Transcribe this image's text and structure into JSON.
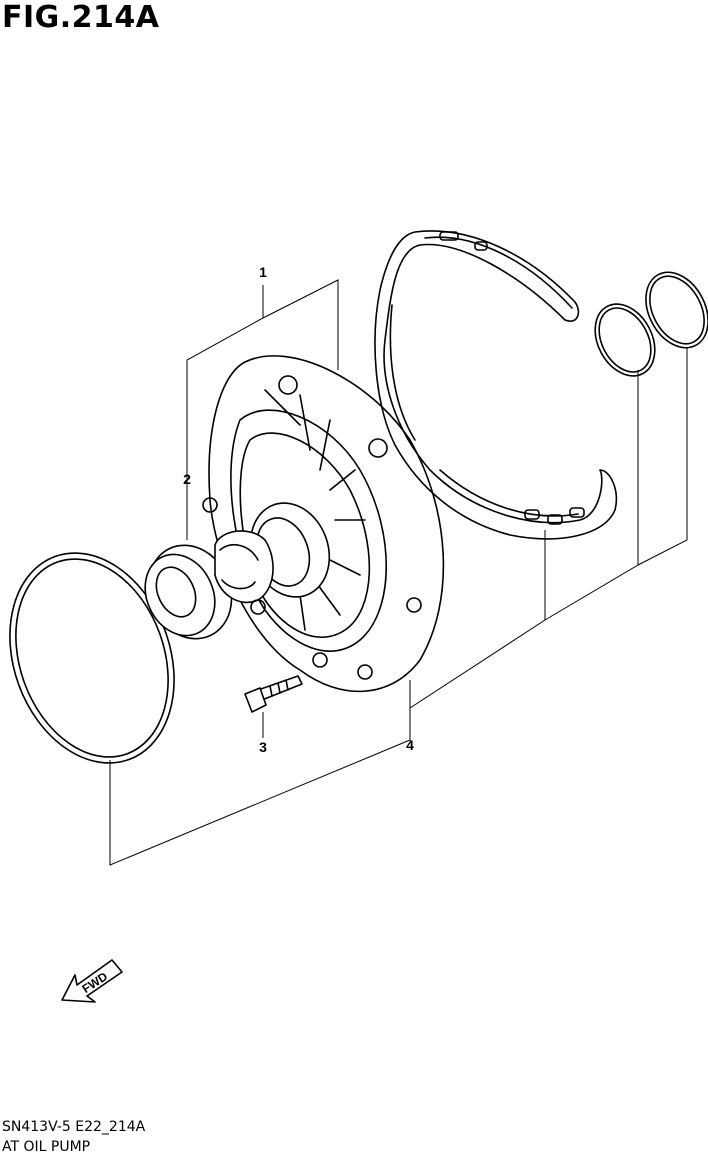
{
  "header": {
    "figure_label": "FIG.214A"
  },
  "callouts": [
    {
      "id": "1",
      "label": "1"
    },
    {
      "id": "2",
      "label": "2"
    },
    {
      "id": "3",
      "label": "3"
    },
    {
      "id": "4",
      "label": "4"
    }
  ],
  "fwd_arrow": {
    "label": "FWD",
    "icon": "forward-direction-arrow-icon"
  },
  "footer": {
    "model_code": "SN413V-5 E22_214A",
    "diagram_name": "AT OIL PUMP"
  }
}
